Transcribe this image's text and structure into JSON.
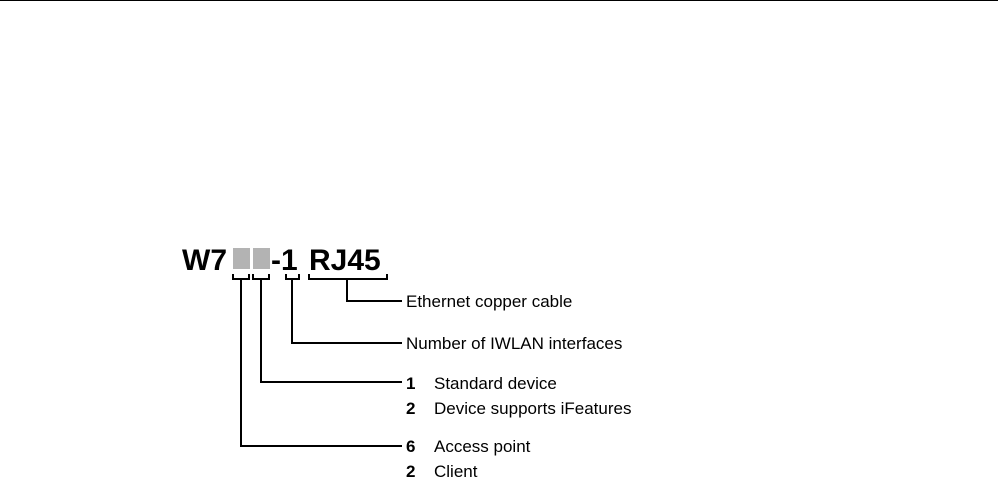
{
  "code": {
    "prefix": "W7",
    "dash_num": "-1",
    "suffix": "RJ45"
  },
  "annotations": {
    "suffix_label": "Ethernet copper cable",
    "interfaces_label": "Number of IWLAN interfaces",
    "second_digit_options": [
      {
        "num": "1",
        "label": "Standard device"
      },
      {
        "num": "2",
        "label": "Device supports iFeatures"
      }
    ],
    "first_digit_options": [
      {
        "num": "6",
        "label": "Access point"
      },
      {
        "num": "2",
        "label": "Client"
      }
    ]
  },
  "colors": {
    "placeholder_box": "#b3b3b3",
    "line": "#000000"
  }
}
